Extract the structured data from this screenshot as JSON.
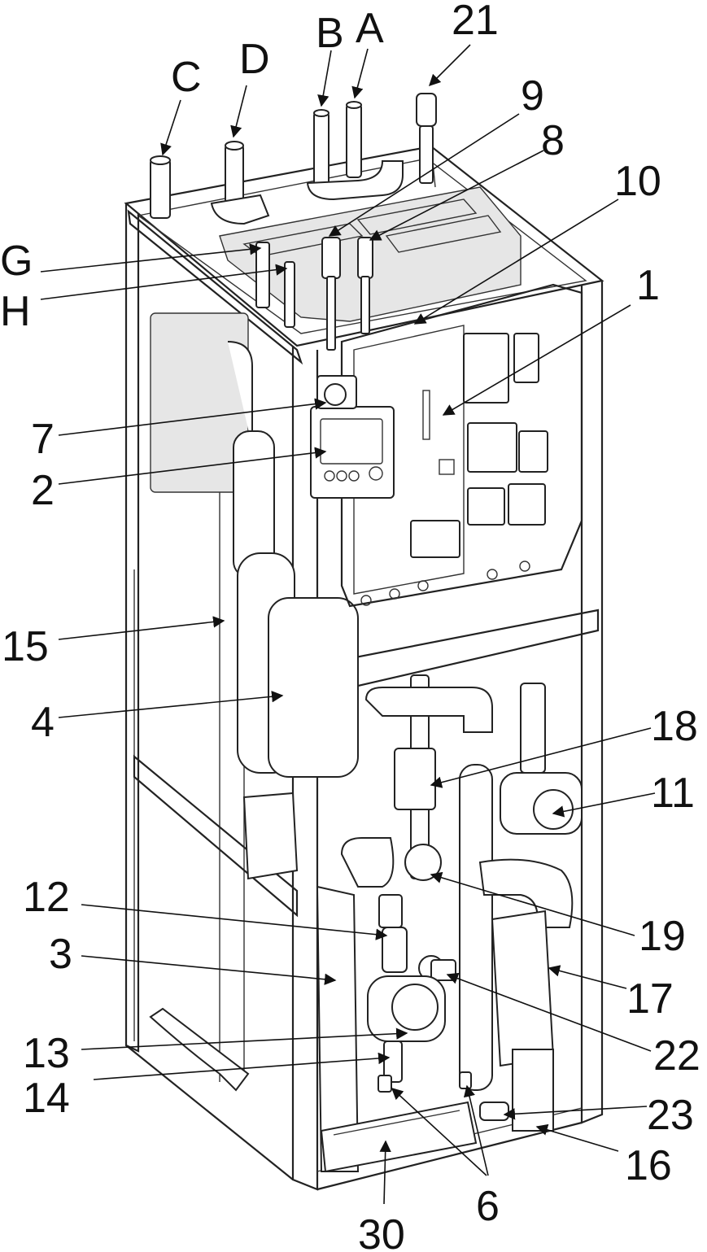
{
  "diagram": {
    "labels": {
      "A": "A",
      "B": "B",
      "C": "C",
      "D": "D",
      "G": "G",
      "H": "H",
      "n1": "1",
      "n2": "2",
      "n3": "3",
      "n4": "4",
      "n6": "6",
      "n7": "7",
      "n8": "8",
      "n9": "9",
      "n10": "10",
      "n11": "11",
      "n12": "12",
      "n13": "13",
      "n14": "14",
      "n15": "15",
      "n16": "16",
      "n17": "17",
      "n18": "18",
      "n19": "19",
      "n21": "21",
      "n22": "22",
      "n23": "23",
      "n30": "30"
    }
  }
}
